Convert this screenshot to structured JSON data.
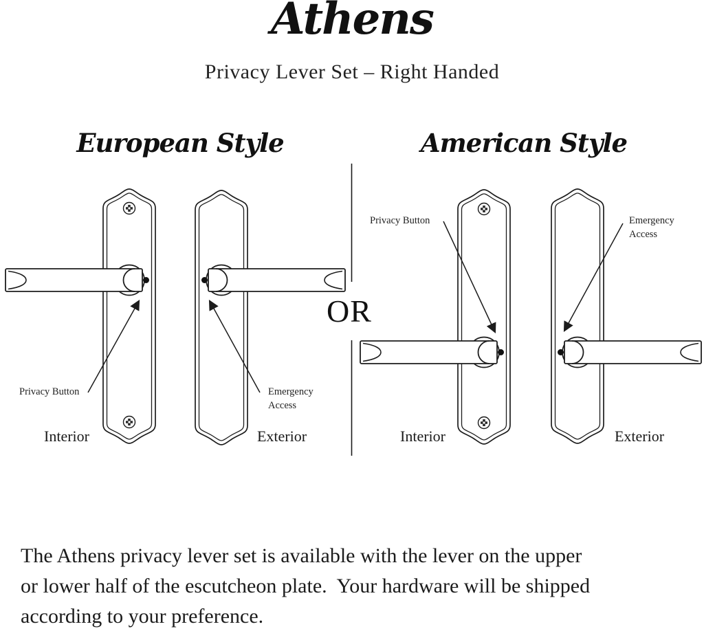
{
  "header": {
    "brand": "Athens",
    "subtitle": "Privacy Lever Set – Right Handed"
  },
  "sections": {
    "european": {
      "title": "European Style",
      "privacy_label": "Privacy Button",
      "emergency_label": "Emergency\nAccess",
      "interior_caption": "Interior",
      "exterior_caption": "Exterior"
    },
    "american": {
      "title": "American Style",
      "privacy_label": "Privacy Button",
      "emergency_label": "Emergency\nAccess",
      "interior_caption": "Interior",
      "exterior_caption": "Exterior"
    }
  },
  "connector": "OR",
  "body": {
    "lines": [
      "The Athens privacy lever set is available with the lever on the upper",
      "or lower half of the escutcheon plate.  Your hardware will be shipped",
      "according to your preference."
    ]
  },
  "colors": {
    "ink": "#1c1c1c",
    "background": "#ffffff"
  }
}
